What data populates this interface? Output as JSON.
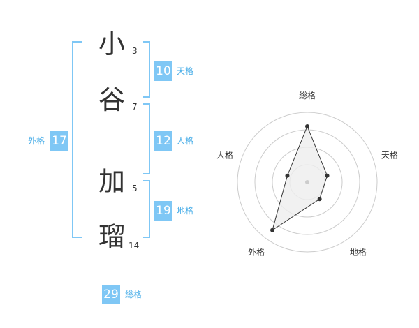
{
  "name": {
    "chars": [
      {
        "char": "小",
        "strokes": "3"
      },
      {
        "char": "谷",
        "strokes": "7"
      },
      {
        "char": "加",
        "strokes": "5"
      },
      {
        "char": "瑠",
        "strokes": "14"
      }
    ]
  },
  "kakusu": {
    "tenkaku": {
      "value": "10",
      "label": "天格"
    },
    "jinkaku": {
      "value": "12",
      "label": "人格"
    },
    "chikaku": {
      "value": "19",
      "label": "地格"
    },
    "gaikaku": {
      "value": "17",
      "label": "外格"
    },
    "soukaku": {
      "value": "29",
      "label": "総格"
    }
  },
  "chart_data": {
    "type": "radar",
    "axes": [
      "総格",
      "天格",
      "地格",
      "外格",
      "人格"
    ],
    "values": [
      0.8,
      0.3,
      0.3,
      0.85,
      0.3
    ],
    "rings": 4,
    "colors": {
      "ring": "#cccccc",
      "fill": "#eeeeee",
      "stroke": "#333333",
      "center": "#cccccc"
    }
  },
  "colors": {
    "badge": "#7fc7f5",
    "bracket": "#7fc7f5",
    "label": "#4aaee8"
  }
}
